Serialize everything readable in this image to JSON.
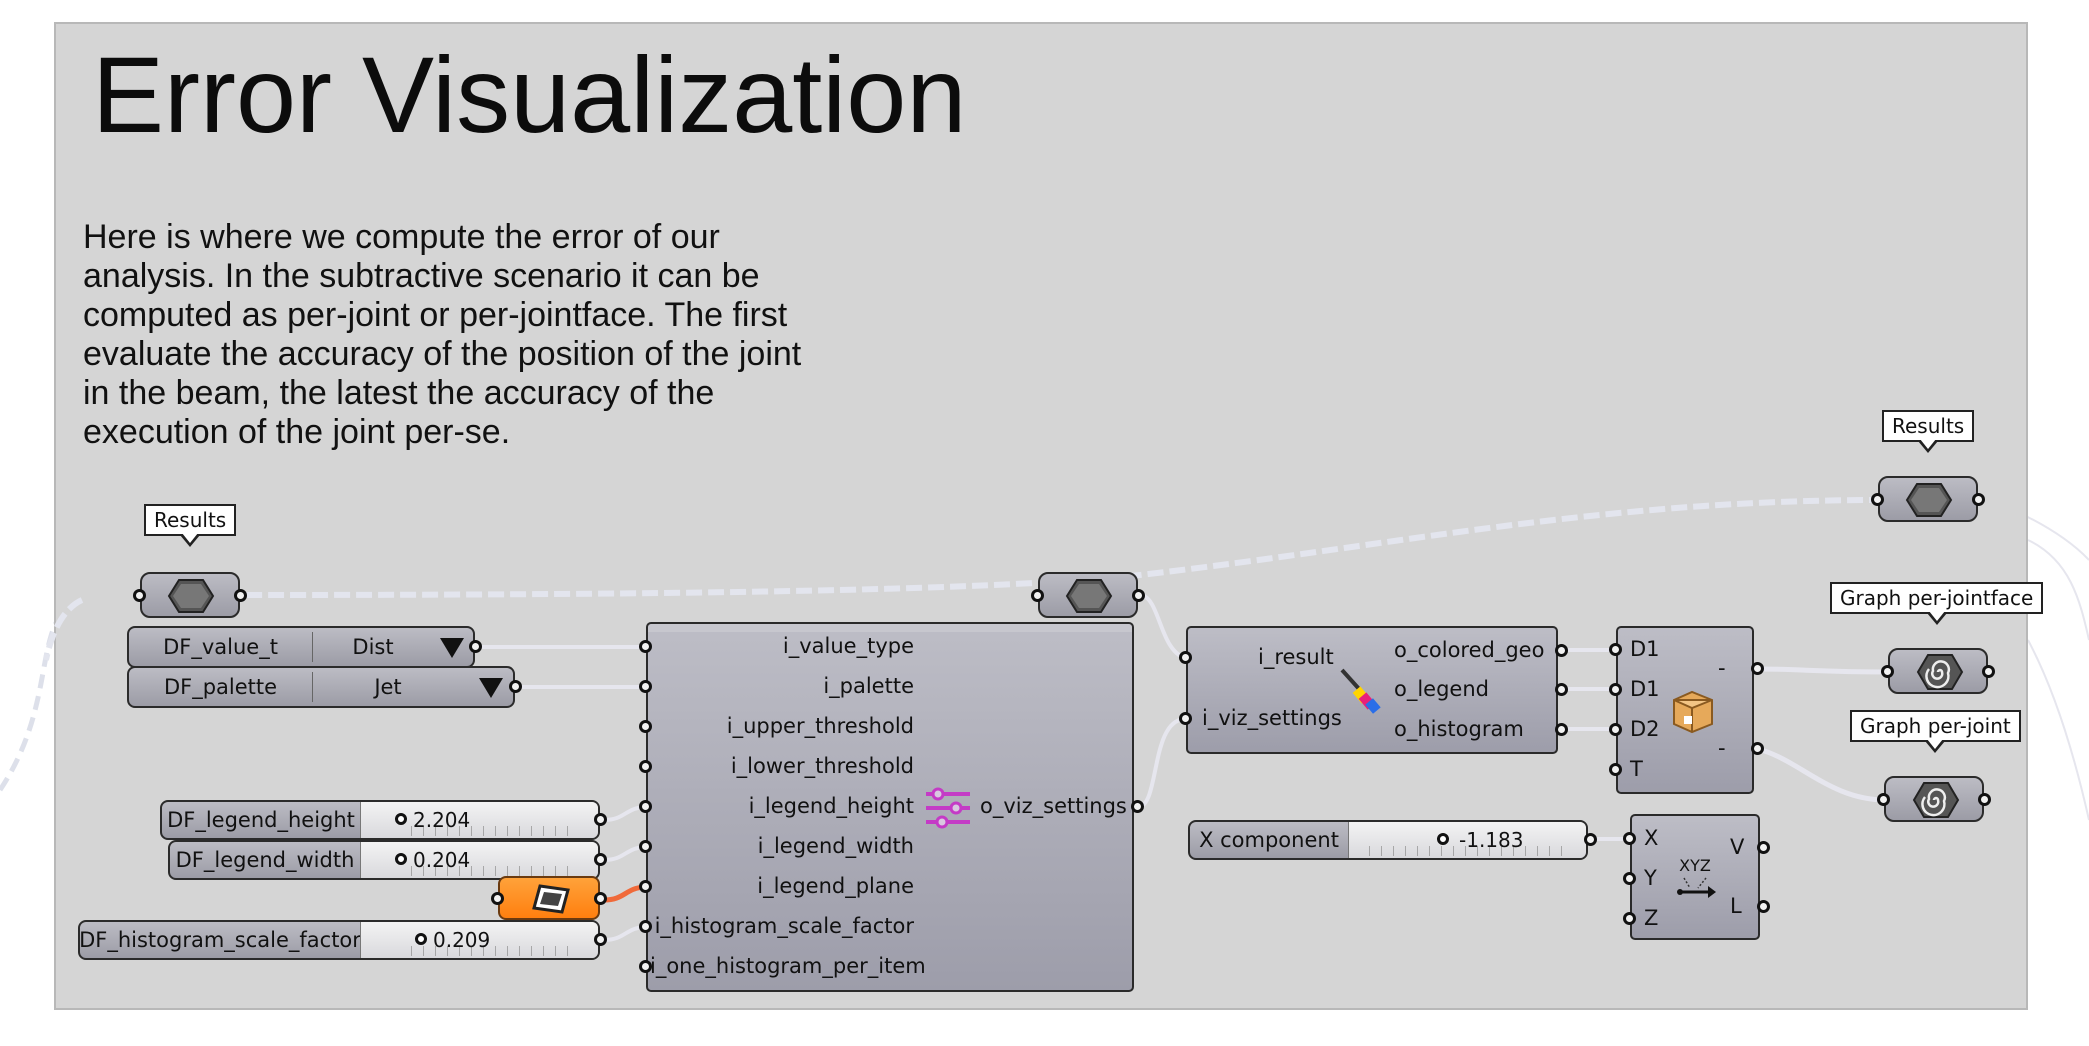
{
  "title": "Error Visualization",
  "description_lines": [
    "Here is where we compute the error of our",
    "analysis. In the subtractive scenario it can be",
    "computed as per-joint or per-jointface. The first",
    "evaluate the accuracy of the position of the joint",
    "in the beam, the latest the accuracy of the",
    "execution of the joint per-se."
  ],
  "tags": {
    "results_left": "Results",
    "results_right": "Results",
    "graph_jointface": "Graph per-jointface",
    "graph_joint": "Graph per-joint"
  },
  "value_lists": [
    {
      "name": "DF_value_t",
      "value": "Dist"
    },
    {
      "name": "DF_palette",
      "value": "Jet"
    }
  ],
  "sliders": [
    {
      "name": "DF_legend_height",
      "value": "2.204"
    },
    {
      "name": "DF_legend_width",
      "value": "0.204"
    },
    {
      "name": "DF_histogram_scale_factor",
      "value": "0.209"
    }
  ],
  "viz_settings": {
    "inputs": [
      "i_value_type",
      "i_palette",
      "i_upper_threshold",
      "i_lower_threshold",
      "i_legend_height",
      "i_legend_width",
      "i_legend_plane",
      "i_histogram_scale_factor",
      "i_one_histogram_per_item"
    ],
    "output": "o_viz_settings"
  },
  "visualization": {
    "inputs": [
      "i_result",
      "i_viz_settings"
    ],
    "outputs": [
      "o_colored_geo",
      "o_legend",
      "o_histogram"
    ]
  },
  "merge": {
    "inputs": [
      "D1",
      "D1",
      "D2",
      "T"
    ],
    "outputs": [
      "-",
      "-"
    ]
  },
  "x_slider": {
    "name": "X component",
    "value": "-1.183"
  },
  "vector_xyz": {
    "inputs": [
      "X",
      "Y",
      "Z"
    ],
    "outputs": [
      "V",
      "L"
    ],
    "icon_text": "XYZ"
  },
  "icons": [
    "hexagon-param-icon",
    "sliders-icon",
    "paint-brush-icon",
    "package-box-icon",
    "spiral-icon",
    "plane-icon",
    "xyz-vector-icon"
  ],
  "colors": {
    "canvas_group": "#d5d5d5",
    "component": "#a4a4ae",
    "orange_param": "#ff8c1a",
    "wire": "#e6e6ee",
    "wire_active": "#f06a3a",
    "sliders_icon": "#c43bc6"
  }
}
